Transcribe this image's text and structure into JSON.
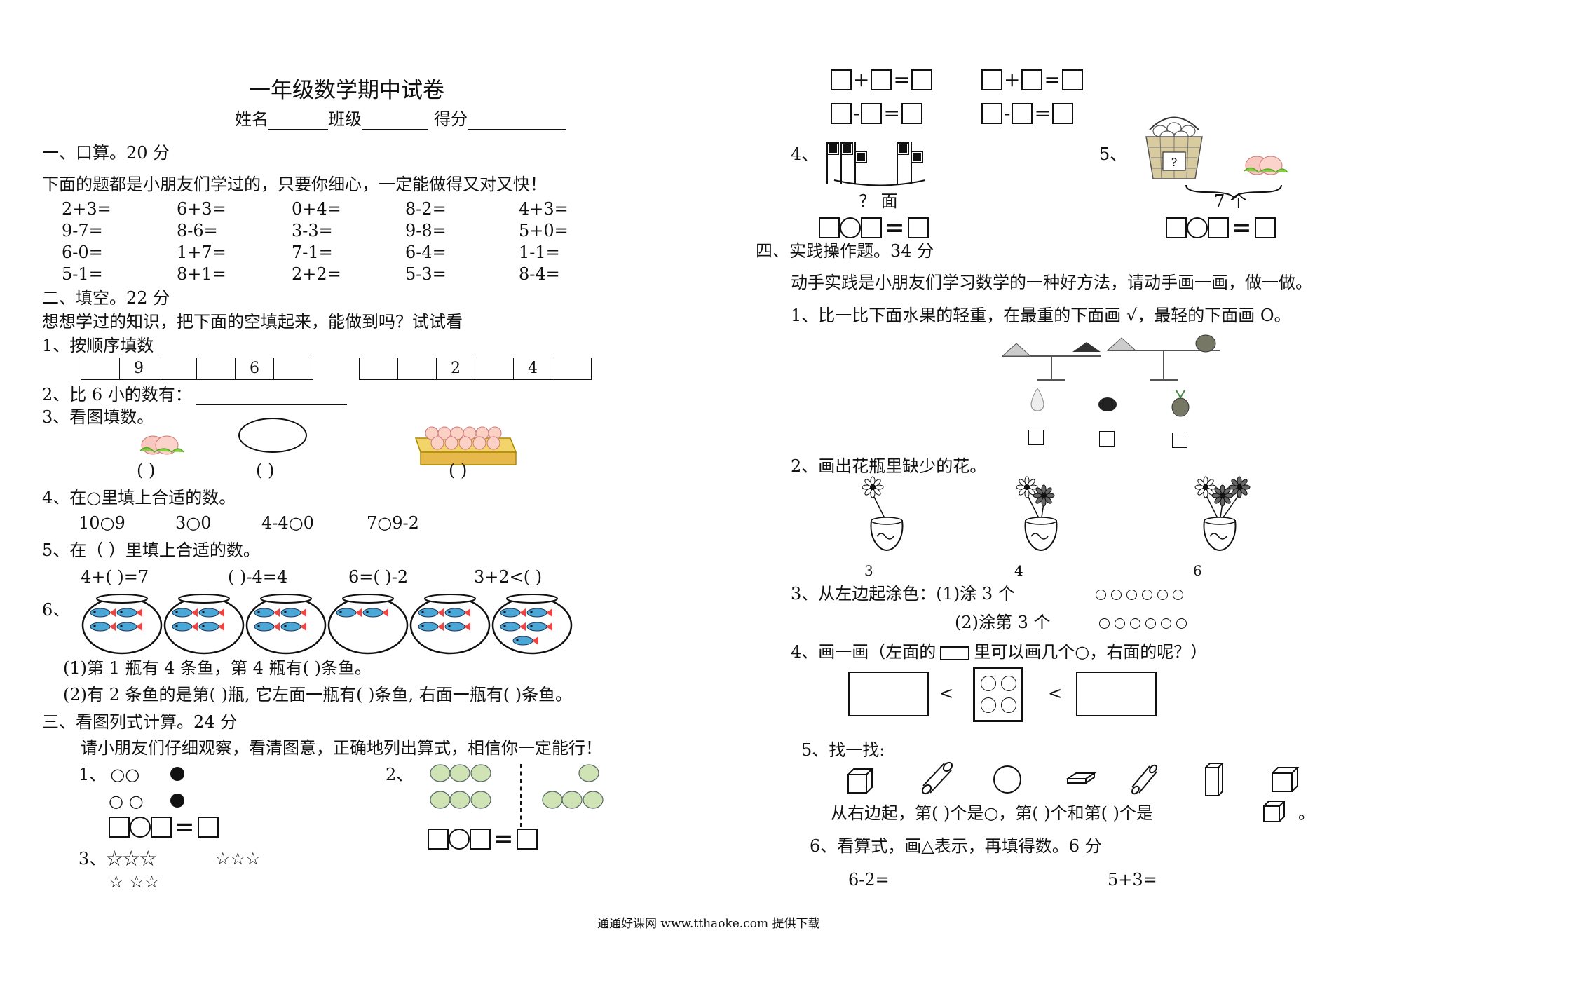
{
  "header": {
    "title": "一年级数学期中试卷",
    "name_label": "姓名",
    "class_label": "班级",
    "score_label": "得分"
  },
  "s1": {
    "heading": "一、口算。20 分",
    "intro": "下面的题都是小朋友们学过的，只要你细心，一定能做得又对又快！",
    "rows": [
      [
        "2+3=",
        "6+3=",
        "0+4=",
        "8-2=",
        "4+3="
      ],
      [
        "9-7=",
        "8-6=",
        "3-3=",
        "9-8=",
        "5+0="
      ],
      [
        "6-0=",
        "1+7=",
        "7-1=",
        "6-4=",
        "1-1="
      ],
      [
        "5-1=",
        "8+1=",
        "2+2=",
        "5-3=",
        "8-4="
      ]
    ]
  },
  "s2": {
    "heading": "二、填空。22 分",
    "intro": "想想学过的知识，把下面的空填起来，能做到吗？试试看",
    "q1": "1、按顺序填数",
    "seq1": [
      "",
      "9",
      "",
      "",
      "6",
      ""
    ],
    "seq2": [
      "",
      "",
      "2",
      "",
      "4",
      ""
    ],
    "q2": "2、比 6 小的数有：",
    "q3": "3、看图填数。",
    "paren": "(    )",
    "q4": "4、在○里填上合适的数。",
    "q4_items": [
      "10○9",
      "3○0",
      "4-4○0",
      "7○9-2"
    ],
    "q5": "5、在（    ）里填上合适的数。",
    "q5_items": [
      "4+(     )=7",
      "(     )-4=4",
      "6=(     )-2",
      "3+2<(       )"
    ],
    "q6": "6、",
    "q6_a": "(1)第 1 瓶有 4 条鱼，第 4 瓶有(         )条鱼。",
    "q6_b": "(2)有 2 条鱼的是第(    )瓶, 它左面一瓶有(    )条鱼, 右面一瓶有(    )条鱼。"
  },
  "s3": {
    "heading": "三、看图列式计算。24 分",
    "intro": "请小朋友们仔细观察，看清图意，正确地列出算式，相信你一定能行！",
    "q1": "1、",
    "q1_row1": "○○",
    "q1_row2": "○ ○",
    "q2": "2、",
    "q3": "3、",
    "q3_stars1": "☆☆☆",
    "q3_stars2": "☆☆☆",
    "q3_stars3": "☆  ☆☆",
    "q4": "4、",
    "q4_label": "？ 面",
    "q5": "5、",
    "q5_label": "7 个",
    "basket_q": "?"
  },
  "s4": {
    "heading": "四、实践操作题。34 分",
    "intro": "动手实践是小朋友们学习数学的一种好方法，请动手画一画，做一做。",
    "q1": "1、比一比下面水果的轻重，在最重的下面画 √，最轻的下面画 O。",
    "q2": "2、画出花瓶里缺少的花。",
    "vase_labels": [
      "3",
      "4",
      "6"
    ],
    "q3a": "3、从左边起涂色：(1)涂 3 个",
    "q3b": "(2)涂第 3 个",
    "q4": "4、画一画（左面的",
    "q4_tail": "里可以画几个○，右面的呢？）",
    "lt": "<",
    "q5": "5、找一找:",
    "q5_text_a": "从右边起，第(    )个是○，第(     )个和第(     )个是",
    "q5_end": "。",
    "q6": "6、看算式，画△表示，再填得数。6 分",
    "q6_a": "6-2=",
    "q6_b": "5+3="
  },
  "footer": "通通好课网  www.tthaoke.com  提供下载"
}
